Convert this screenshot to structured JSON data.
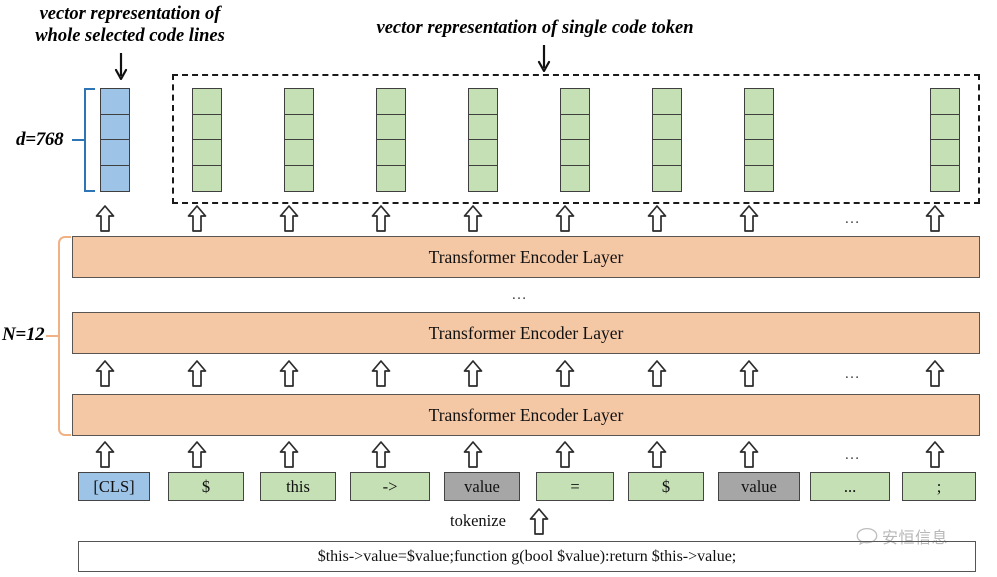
{
  "annotations": {
    "whole_lines_label": "vector representation of\nwhole selected code lines",
    "single_token_label": "vector representation of single code token",
    "dim_label": "d=768",
    "layers_label": "N=12",
    "tokenize_label": "tokenize",
    "ellipsis": "..."
  },
  "encoder_layers": [
    {
      "label": "Transformer Encoder Layer"
    },
    {
      "label": "Transformer Encoder Layer"
    },
    {
      "label": "Transformer Encoder Layer"
    }
  ],
  "vectors": {
    "cls": {
      "kind": "cls",
      "color": "#9dc3e6",
      "cells": 4
    },
    "tokens": [
      {
        "kind": "token",
        "color": "#c5e0b4",
        "cells": 4
      },
      {
        "kind": "token",
        "color": "#c5e0b4",
        "cells": 4
      },
      {
        "kind": "token",
        "color": "#c5e0b4",
        "cells": 4
      },
      {
        "kind": "token",
        "color": "#c5e0b4",
        "cells": 4
      },
      {
        "kind": "token",
        "color": "#c5e0b4",
        "cells": 4
      },
      {
        "kind": "token",
        "color": "#c5e0b4",
        "cells": 4
      },
      {
        "kind": "token",
        "color": "#c5e0b4",
        "cells": 4
      },
      {
        "kind": "token",
        "color": "#c5e0b4",
        "cells": 4
      }
    ]
  },
  "tokens": [
    {
      "text": "[CLS]",
      "color": "#9dc3e6"
    },
    {
      "text": "$",
      "color": "#c5e0b4"
    },
    {
      "text": "this",
      "color": "#c5e0b4"
    },
    {
      "text": "->",
      "color": "#c5e0b4"
    },
    {
      "text": "value",
      "color": "#a6a6a6"
    },
    {
      "text": "=",
      "color": "#c5e0b4"
    },
    {
      "text": "$",
      "color": "#c5e0b4"
    },
    {
      "text": "value",
      "color": "#a6a6a6"
    },
    {
      "text": "...",
      "color": "#c5e0b4"
    },
    {
      "text": ";",
      "color": "#c5e0b4"
    }
  ],
  "source_code": "$this->value=$value;function g(bool $value):return $this->value;",
  "watermark": {
    "text": "安恒信息"
  },
  "colors": {
    "cls_blue": "#9dc3e6",
    "token_green": "#c5e0b4",
    "masked_gray": "#a6a6a6",
    "encoder_orange": "#f4c7a5",
    "bracket_blue": "#2e75b6",
    "brace_orange": "#f0b285",
    "outline": "#3f3f3f"
  }
}
